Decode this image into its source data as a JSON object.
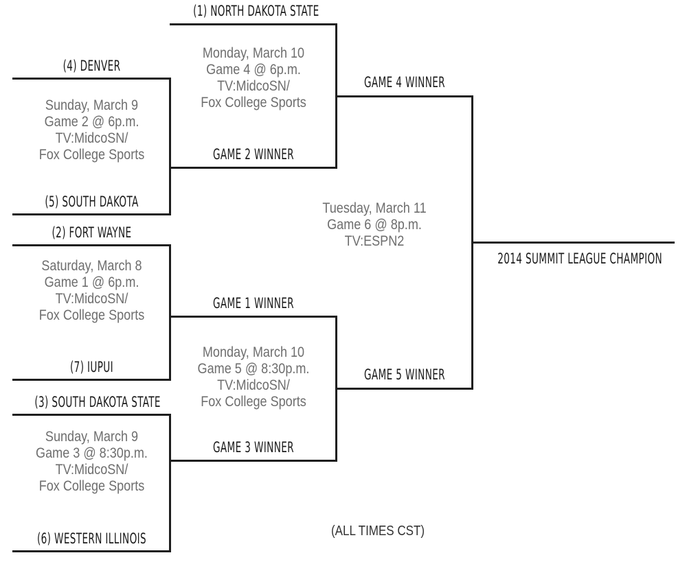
{
  "title": "2014 Summit League Tournament Bracket",
  "teams": {
    "seed1": "(1) NORTH DAKOTA STATE",
    "seed4": "(4) DENVER",
    "seed5": "(5) SOUTH DAKOTA",
    "seed2": "(2) FORT WAYNE",
    "seed7": "(7) IUPUI",
    "seed3": "(3) SOUTH DAKOTA STATE",
    "seed6": "(6) WESTERN ILLINOIS"
  },
  "winners": {
    "game1": "GAME 1 WINNER",
    "game2": "GAME 2 WINNER",
    "game3": "GAME 3 WINNER",
    "game4": "GAME 4 WINNER",
    "game5": "GAME 5 WINNER"
  },
  "champion": "2014 SUMMIT LEAGUE CHAMPION",
  "games": {
    "game1": [
      "Saturday, March 8",
      "Game 1 @ 6p.m.",
      "TV:MidcoSN/",
      "Fox College Sports"
    ],
    "game2": [
      "Sunday, March 9",
      "Game 2 @ 6p.m.",
      "TV:MidcoSN/",
      "Fox College Sports"
    ],
    "game3": [
      "Sunday, March 9",
      "Game 3 @ 8:30p.m.",
      "TV:MidcoSN/",
      "Fox College Sports"
    ],
    "game4": [
      "Monday, March 10",
      "Game 4 @ 6p.m.",
      "TV:MidcoSN/",
      "Fox College Sports"
    ],
    "game5": [
      "Monday, March 10",
      "Game 5 @ 8:30p.m.",
      "TV:MidcoSN/",
      "Fox College Sports"
    ],
    "game6": [
      "Tuesday, March 11",
      "Game 6 @ 8p.m.",
      "TV:ESPN2"
    ]
  },
  "footnote": "(ALL TIMES CST)"
}
